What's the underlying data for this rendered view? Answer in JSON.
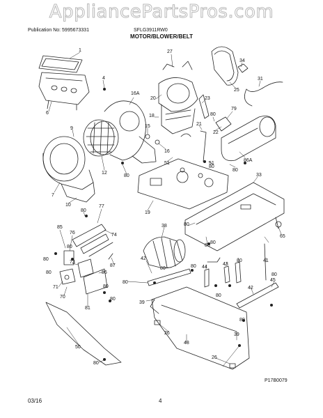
{
  "watermark": "AppliancePartsPros.com",
  "header": {
    "publication": "Publication No: 5995673331",
    "model": "SFLG3911RW0",
    "title": "MOTOR/BLOWER/BELT"
  },
  "diagram": {
    "figure_code": "P17B0079",
    "callouts": [
      "1",
      "4",
      "6",
      "9",
      "7",
      "10",
      "16A",
      "12",
      "80",
      "27",
      "25",
      "34",
      "31",
      "20",
      "23",
      "18",
      "15",
      "16",
      "51",
      "80",
      "79",
      "21",
      "22",
      "80",
      "86A",
      "80",
      "51",
      "33",
      "19",
      "80",
      "77",
      "74",
      "85",
      "76",
      "80",
      "80",
      "65",
      "80",
      "38",
      "80",
      "80",
      "42",
      "80",
      "44",
      "43",
      "80",
      "41",
      "80",
      "73",
      "86",
      "87",
      "80",
      "71",
      "70",
      "81",
      "80",
      "80",
      "39",
      "26",
      "80",
      "80",
      "80",
      "42",
      "45",
      "48",
      "39",
      "50",
      "26",
      "80",
      "80"
    ]
  },
  "footer": {
    "date": "03/16",
    "page": "4"
  }
}
